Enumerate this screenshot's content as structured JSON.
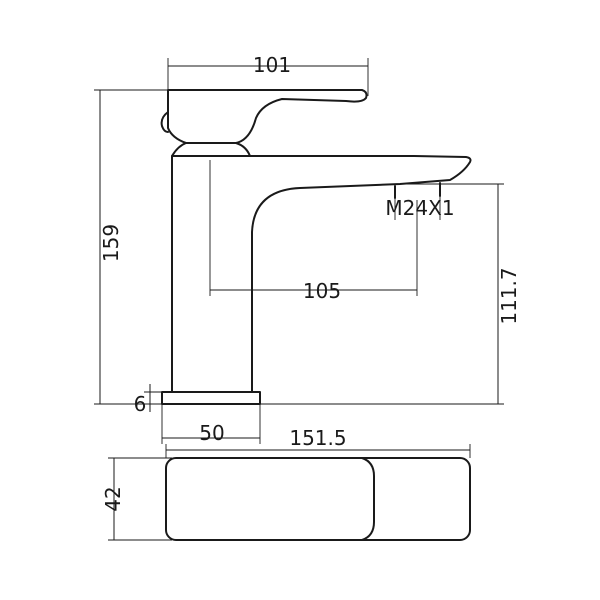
{
  "dimensions": {
    "handle_width": "101",
    "overall_height": "159",
    "thread": "M24X1",
    "spout_reach": "105",
    "spout_height": "111.7",
    "base_thickness": "6",
    "base_width": "50",
    "plan_length": "151.5",
    "plan_width": "42"
  }
}
